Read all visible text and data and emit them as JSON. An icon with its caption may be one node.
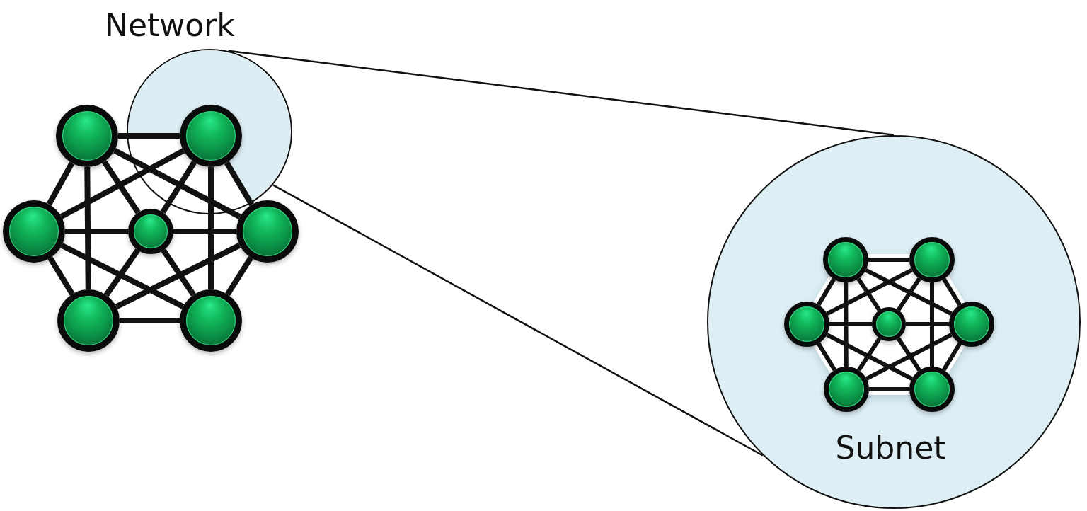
{
  "diagram": {
    "nodes": [
      {
        "text": [],
        "shape": "circle"
      },
      {
        "text": [],
        "shape": "circle"
      },
      {
        "text": [],
        "shape": "circle",
        "in": 0
      },
      {
        "text": [],
        "shape": "circle"
      },
      {
        "text": [],
        "shape": "circle"
      },
      {
        "text": [],
        "shape": "circle"
      },
      {
        "text": [],
        "shape": "circle"
      },
      {
        "text": [],
        "shape": "circle"
      },
      {
        "text": [
          "Subnet"
        ]
      },
      {
        "text": [],
        "shape": "circle",
        "in": 8
      },
      {
        "text": [],
        "shape": "circle",
        "in": 8
      },
      {
        "text": [],
        "shape": "circle",
        "in": 8
      },
      {
        "text": [],
        "shape": "circle",
        "in": 8
      },
      {
        "text": [],
        "shape": "circle",
        "in": 8
      },
      {
        "text": [],
        "shape": "circle",
        "in": 8
      },
      {
        "text": [],
        "shape": "circle",
        "in": 8
      }
    ],
    "edges": [
      {
        "from": 1,
        "to": 2,
        "arrow": "none"
      },
      {
        "from": 1,
        "to": 3,
        "arrow": "none"
      },
      {
        "from": 1,
        "to": 4,
        "arrow": "none"
      },
      {
        "from": 1,
        "to": 5,
        "arrow": "none"
      },
      {
        "from": 1,
        "to": 6,
        "arrow": "none"
      },
      {
        "from": 2,
        "to": 3,
        "arrow": "none"
      },
      {
        "from": 2,
        "to": 4,
        "arrow": "none"
      },
      {
        "from": 2,
        "to": 5,
        "arrow": "none"
      },
      {
        "from": 2,
        "to": 7,
        "arrow": "none"
      },
      {
        "from": 3,
        "to": 4,
        "arrow": "none"
      },
      {
        "from": 3,
        "to": 6,
        "arrow": "none"
      },
      {
        "from": 3,
        "to": 7,
        "arrow": "none"
      },
      {
        "from": 4,
        "to": 5,
        "arrow": "none"
      },
      {
        "from": 4,
        "to": 6,
        "arrow": "none"
      },
      {
        "from": 4,
        "to": 7,
        "arrow": "none"
      },
      {
        "from": 5,
        "to": 6,
        "arrow": "none"
      },
      {
        "from": 5,
        "to": 7,
        "arrow": "none"
      },
      {
        "from": 6,
        "to": 7,
        "arrow": "none"
      },
      {
        "from": 9,
        "to": 10,
        "arrow": "none"
      },
      {
        "from": 9,
        "to": 11,
        "arrow": "none"
      },
      {
        "from": 9,
        "to": 12,
        "arrow": "none"
      },
      {
        "from": 9,
        "to": 13,
        "arrow": "none"
      },
      {
        "from": 9,
        "to": 14,
        "arrow": "none"
      },
      {
        "from": 10,
        "to": 11,
        "arrow": "none"
      },
      {
        "from": 10,
        "to": 12,
        "arrow": "none"
      },
      {
        "from": 10,
        "to": 13,
        "arrow": "none"
      },
      {
        "from": 10,
        "to": 15,
        "arrow": "none"
      },
      {
        "from": 11,
        "to": 12,
        "arrow": "none"
      },
      {
        "from": 11,
        "to": 14,
        "arrow": "none"
      },
      {
        "from": 11,
        "to": 15,
        "arrow": "none"
      },
      {
        "from": 12,
        "to": 13,
        "arrow": "none"
      },
      {
        "from": 12,
        "to": 14,
        "arrow": "none"
      },
      {
        "from": 12,
        "to": 15,
        "arrow": "none"
      },
      {
        "from": 13,
        "to": 14,
        "arrow": "none"
      },
      {
        "from": 13,
        "to": 15,
        "arrow": "none"
      },
      {
        "from": 14,
        "to": 15,
        "arrow": "none"
      },
      {
        "from": 0,
        "to": 8,
        "arrow": "none"
      },
      {
        "from": 0,
        "to": 8,
        "arrow": "none"
      }
    ],
    "labels": [
      "Network"
    ]
  }
}
